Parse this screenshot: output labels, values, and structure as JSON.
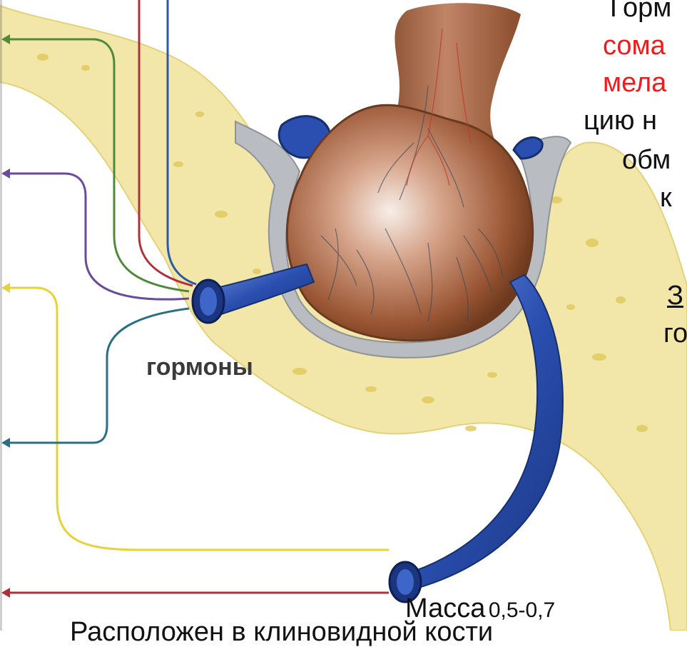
{
  "figure": {
    "label_hormones": "гормоны",
    "mass_label": "Масса",
    "mass_value": "0,5-0,7",
    "location_caption": "Расположен в клиновидной кости"
  },
  "right_text": {
    "line1": "Горм",
    "line2": "сома",
    "line3": "мела",
    "line4": "цию н",
    "line5": "обм",
    "line6": "к",
    "line7": "З",
    "line8": "го"
  },
  "colors": {
    "gland": "#9c5a36",
    "bone": "#f2e7a8",
    "bone_edge": "#b8b9ba",
    "vessel": "#2a4fb0",
    "arrow_red": "#b0303a",
    "arrow_green": "#4f8a3a",
    "arrow_purple": "#6a4a9a",
    "arrow_yellow": "#e8d23a",
    "arrow_teal": "#2a6f86",
    "arrow_blue": "#2a5aa8",
    "text_red": "#ee1c1c"
  }
}
